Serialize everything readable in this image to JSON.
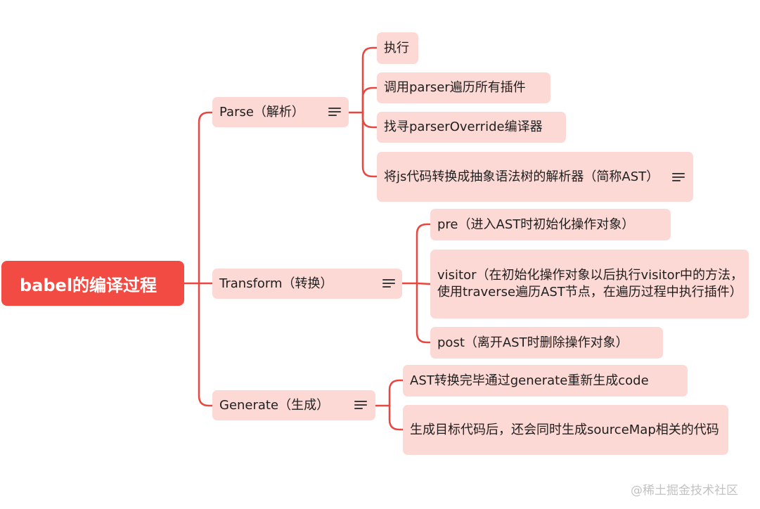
{
  "root": {
    "label": "babel的编译过程"
  },
  "branches": [
    {
      "id": "parse",
      "label": "Parse（解析）",
      "children": [
        "执行",
        "调用parser遍历所有插件",
        "找寻parserOverride编译器",
        "将js代码转换成抽象语法树的解析器（简称AST）"
      ]
    },
    {
      "id": "transform",
      "label": "Transform（转换）",
      "children": [
        "pre（进入AST时初始化操作对象）",
        "visitor（在初始化操作对象以后执行visitor中的方法，使用traverse遍历AST节点，在遍历过程中执行插件）",
        "post（离开AST时删除操作对象）"
      ]
    },
    {
      "id": "generate",
      "label": "Generate（生成）",
      "children": [
        "AST转换完毕通过generate重新生成code",
        "生成目标代码后，还会同时生成sourceMap相关的代码"
      ]
    }
  ],
  "colors": {
    "root_fill": "#f24b43",
    "node_fill": "#fdd9d5",
    "connector": "#e8463f"
  },
  "icons": {
    "note": "notes-icon"
  },
  "watermark": "@稀土掘金技术社区"
}
